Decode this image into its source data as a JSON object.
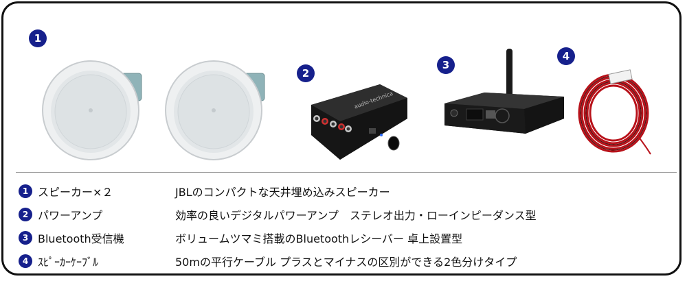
{
  "badges": [
    "1",
    "2",
    "3",
    "4"
  ],
  "items": [
    {
      "num": "1",
      "name": "スピーカー×２",
      "desc": "JBLのコンパクトな天井埋め込みスピーカー"
    },
    {
      "num": "2",
      "name": "パワーアンプ",
      "desc": "効率の良いデジタルパワーアンプ　ステレオ出力・ローインピーダンス型"
    },
    {
      "num": "3",
      "name": "Bluetooth受信機",
      "desc": "ボリュームツマミ搭載のBluetoothレシーバー 卓上設置型"
    },
    {
      "num": "4",
      "name": "ｽﾋﾟｰｶｰｹｰﾌﾞﾙ",
      "desc": "50mの平行ケーブル プラスとマイナスの区別ができる2色分けタイプ"
    }
  ],
  "product_labels": {
    "amp_brand": "audio-technica"
  },
  "colors": {
    "badge": "#16208c",
    "border": "#111111",
    "divider": "#9a9a9a",
    "cable_red": "#b8121a"
  }
}
